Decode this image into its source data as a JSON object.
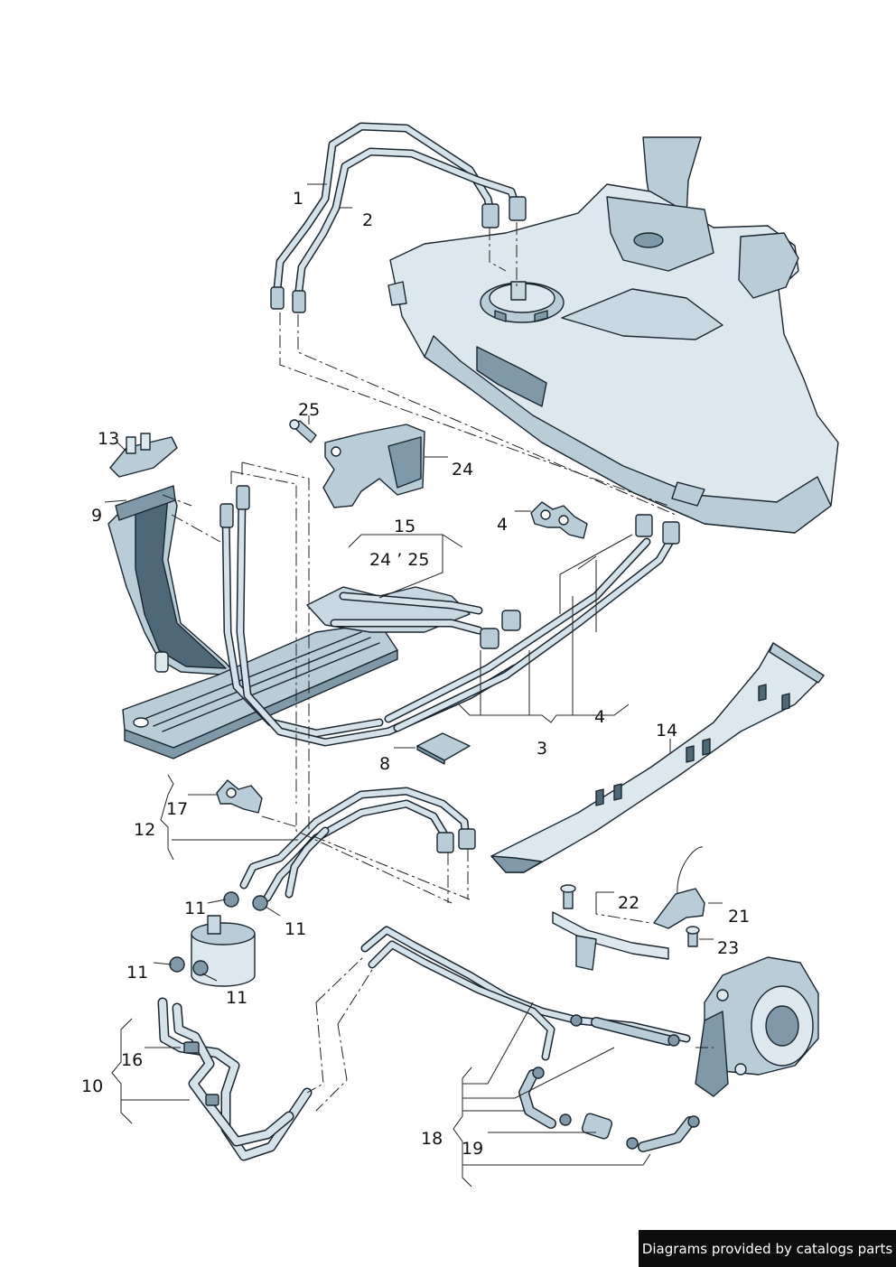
{
  "colors": {
    "part_fill": "#dde8ee",
    "part_mid": "#b9cdd8",
    "part_shadow": "#7f99a8",
    "part_dark": "#4e6878",
    "outline": "#1a2630",
    "pipe_fill": "#d6e2e9",
    "credit_bg": "#0d0d0d",
    "credit_text": "#ffffff"
  },
  "labels": {
    "l1": "1",
    "l2": "2",
    "l3": "3",
    "l4a": "4",
    "l4b": "4",
    "l8": "8",
    "l9": "9",
    "l10": "10",
    "l11a": "11",
    "l11b": "11",
    "l11c": "11",
    "l11d": "11",
    "l12": "12",
    "l13": "13",
    "l14": "14",
    "l15": "15",
    "l15sub": "24 ’ 25",
    "l16": "16",
    "l17": "17",
    "l18": "18",
    "l19": "19",
    "l21": "21",
    "l22": "22",
    "l23": "23",
    "l24": "24",
    "l25": "25"
  },
  "footer": {
    "credit": "Diagrams provided by catalogs parts"
  }
}
